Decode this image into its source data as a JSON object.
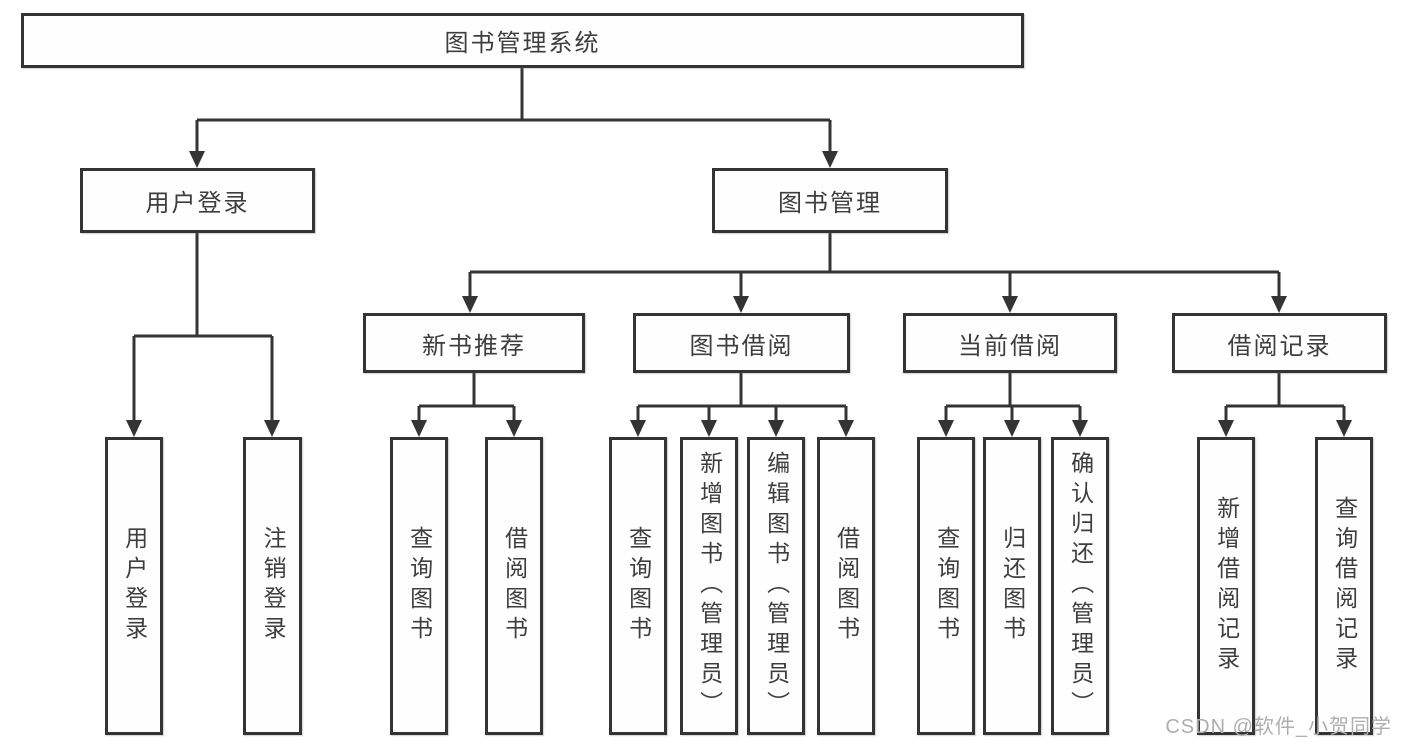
{
  "diagram": {
    "root": {
      "label": "图书管理系统"
    },
    "branches": [
      {
        "label": "用户登录",
        "children": [
          {
            "label": "用户登录"
          },
          {
            "label": "注销登录"
          }
        ]
      },
      {
        "label": "图书管理",
        "children": [
          {
            "label": "新书推荐",
            "children": [
              {
                "label": "查询图书"
              },
              {
                "label": "借阅图书"
              }
            ]
          },
          {
            "label": "图书借阅",
            "children": [
              {
                "label": "查询图书"
              },
              {
                "label": "新增图书（管理员）"
              },
              {
                "label": "编辑图书（管理员）"
              },
              {
                "label": "借阅图书"
              }
            ]
          },
          {
            "label": "当前借阅",
            "children": [
              {
                "label": "查询图书"
              },
              {
                "label": "归还图书"
              },
              {
                "label": "确认归还（管理员）"
              }
            ]
          },
          {
            "label": "借阅记录",
            "children": [
              {
                "label": "新增借阅记录"
              },
              {
                "label": "查询借阅记录"
              }
            ]
          }
        ]
      }
    ]
  },
  "watermark": {
    "text": "CSDN @软件_小贺同学"
  },
  "colors": {
    "line": "#343434",
    "box_border": "#343434",
    "text": "#3e3e3e",
    "background": "#ffffff",
    "watermark": "#aeaeae"
  }
}
